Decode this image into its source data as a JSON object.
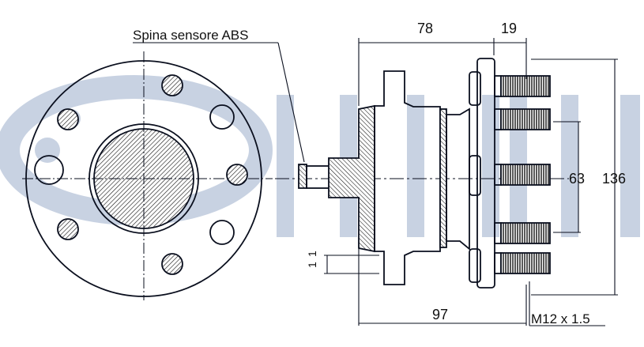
{
  "drawing": {
    "callout_abs": "Spina sensore ABS",
    "dim_top_left": "78",
    "dim_top_right": "19",
    "dim_pcd_small": "63",
    "dim_flange_dia": "136",
    "dim_overall_length": "97",
    "dim_thread": "M12 x 1.5",
    "dim_small_a": "1",
    "dim_small_b": "1"
  },
  "watermark": {
    "text": "RUVILLE",
    "color": "#c8d2e2"
  },
  "colors": {
    "line": "#0a0f1e",
    "background": "#ffffff"
  }
}
